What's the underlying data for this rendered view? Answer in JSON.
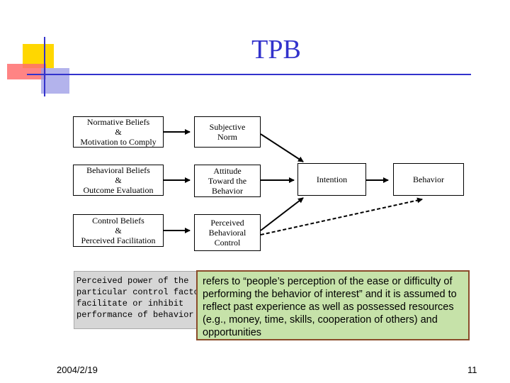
{
  "slide": {
    "title": "TPB",
    "date": "2004/2/19",
    "page_number": "11"
  },
  "diagram": {
    "belief_boxes": [
      {
        "lines": [
          "Normative Beliefs",
          "&",
          "Motivation to Comply"
        ]
      },
      {
        "lines": [
          "Behavioral Beliefs",
          "&",
          "Outcome Evaluation"
        ]
      },
      {
        "lines": [
          "Control Beliefs",
          "&",
          "Perceived Facilitation"
        ]
      }
    ],
    "construct_boxes": [
      {
        "lines": [
          "Subjective",
          "Norm"
        ]
      },
      {
        "lines": [
          "Attitude",
          "Toward the",
          "Behavior"
        ]
      },
      {
        "lines": [
          "Perceived",
          "Behavioral",
          "Control"
        ]
      }
    ],
    "intention": "Intention",
    "behavior": "Behavior"
  },
  "callouts": {
    "left_lines": [
      "Perceived power of the",
      "particular control factor to",
      "facilitate or inhibit",
      "performance of behavior"
    ],
    "right_text": "refers to “people’s perception of the ease or difficulty of performing the behavior of interest” and it is assumed to reflect past experience as well as possessed resources (e.g., money, time, skills, cooperation of others) and opportunities"
  },
  "colors": {
    "title": "#3333cc",
    "deco_yellow": "#ffd700",
    "deco_red": "#ff6666",
    "deco_blue": "#3333cc",
    "callout_right_bg": "#c6e2a9",
    "callout_right_border": "#8a4b2a",
    "callout_left_bg": "#d6d6d6"
  }
}
